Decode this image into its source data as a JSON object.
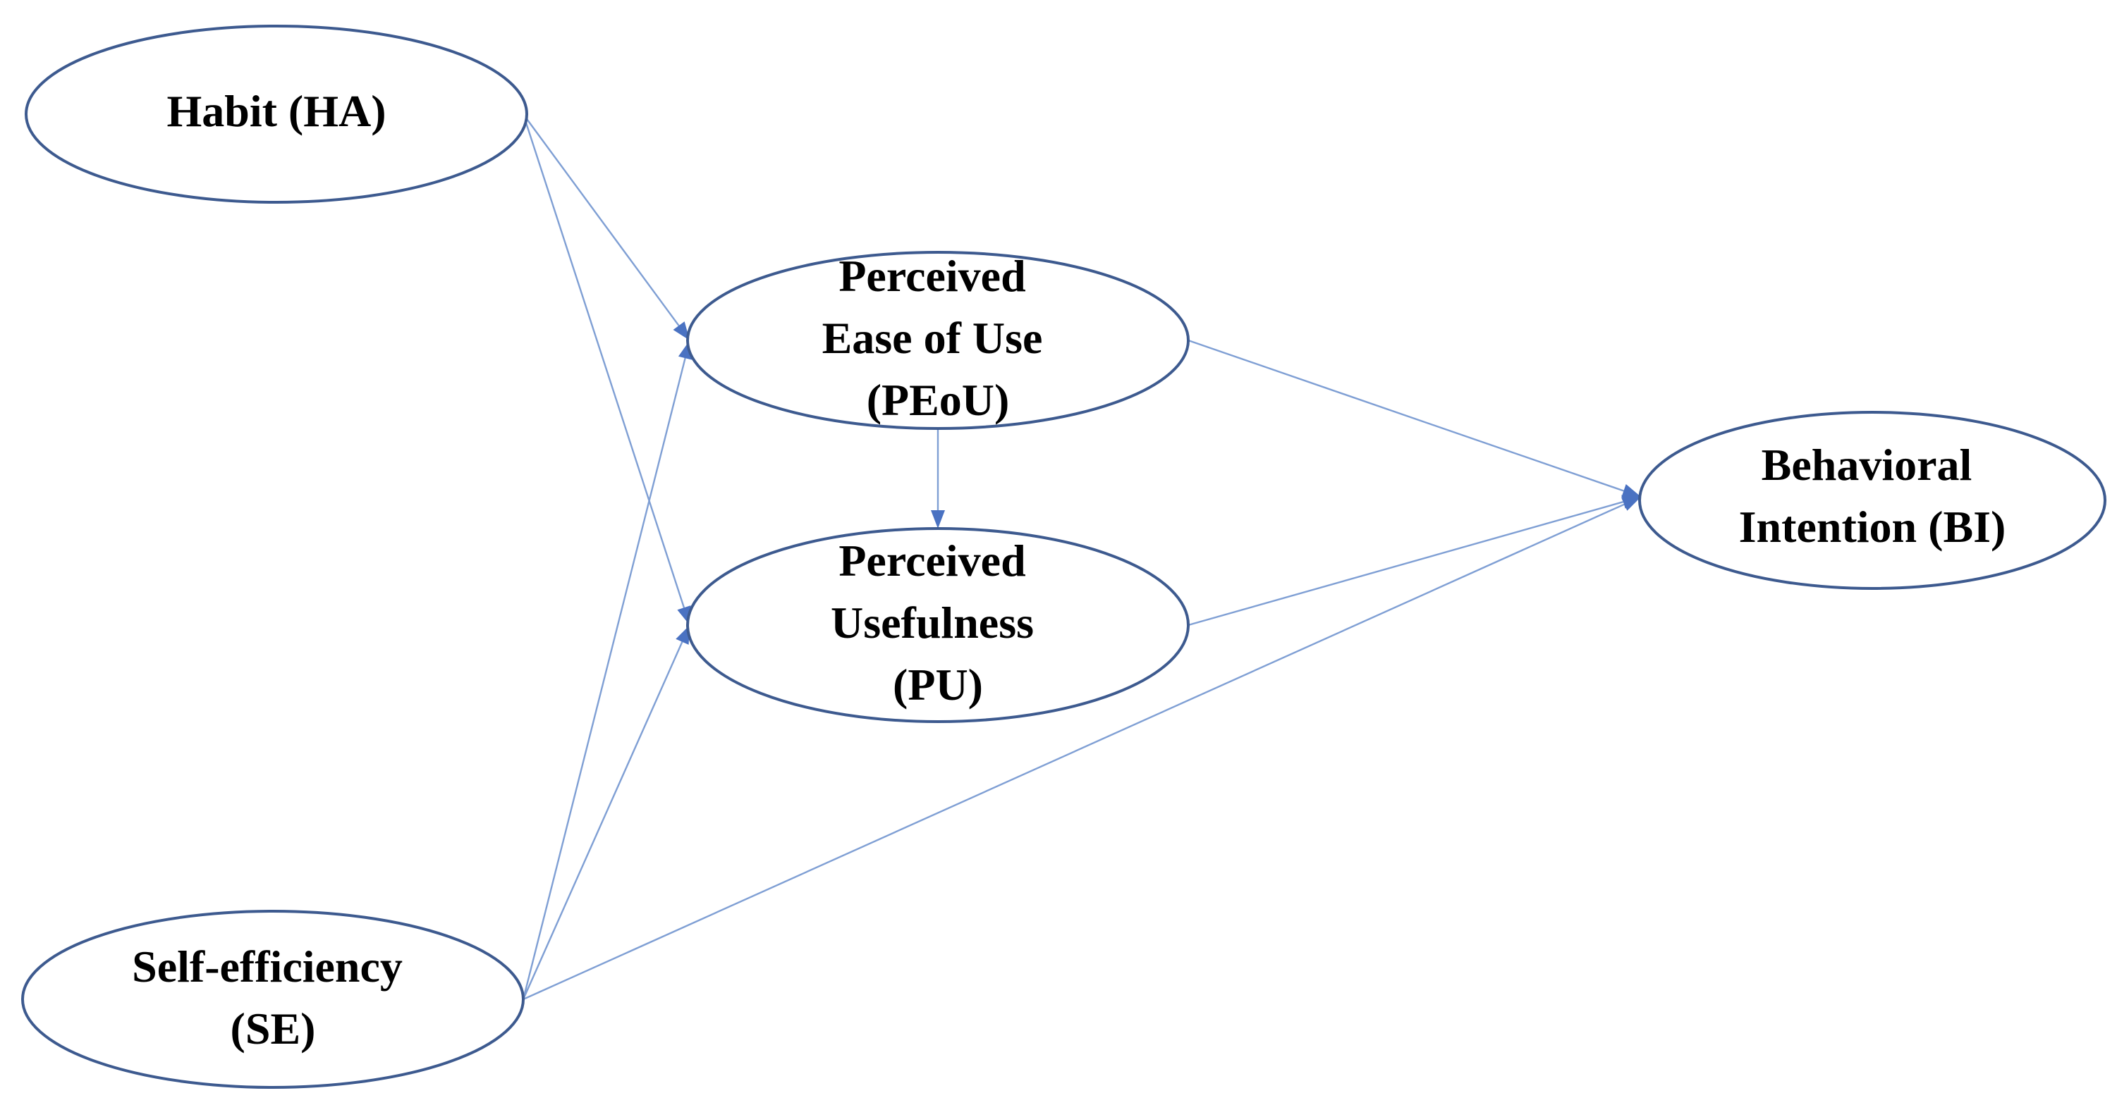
{
  "nodes": {
    "ha": {
      "lines": [
        "Habit (HA)"
      ]
    },
    "peou": {
      "lines": [
        "Perceived",
        "Ease of Use",
        "(PEoU)"
      ]
    },
    "pu": {
      "lines": [
        "Perceived",
        "Usefulness",
        "(PU)"
      ]
    },
    "se": {
      "lines": [
        "Self-efficiency",
        "(SE)"
      ]
    },
    "bi": {
      "lines": [
        "Behavioral",
        "Intention (BI)"
      ]
    }
  },
  "edges": [
    {
      "from": "ha",
      "to": "peou"
    },
    {
      "from": "ha",
      "to": "pu"
    },
    {
      "from": "se",
      "to": "peou"
    },
    {
      "from": "se",
      "to": "pu"
    },
    {
      "from": "se",
      "to": "bi"
    },
    {
      "from": "peou",
      "to": "pu"
    },
    {
      "from": "peou",
      "to": "bi"
    },
    {
      "from": "pu",
      "to": "bi"
    }
  ],
  "colors": {
    "node_border": "#3d5a8f",
    "edge": "#7f9fd4",
    "arrowhead": "#4a72c2",
    "text": "#000000"
  }
}
